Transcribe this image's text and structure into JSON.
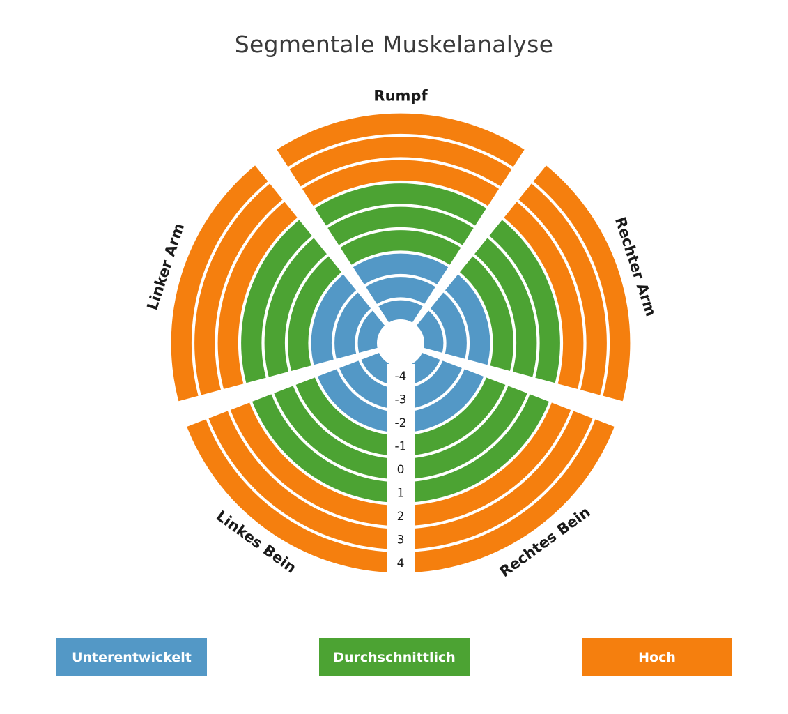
{
  "title": "Segmentale Muskelanalyse",
  "colors": {
    "underdeveloped": "#5398c6",
    "average": "#4ca333",
    "high": "#f57f0e"
  },
  "legend": [
    {
      "label": "Unterentwickelt",
      "color": "#5398c6"
    },
    {
      "label": "Durchschnittlich",
      "color": "#4ca333"
    },
    {
      "label": "Hoch",
      "color": "#f57f0e"
    }
  ],
  "chart_data": {
    "type": "radial-scale",
    "title": "Segmentale Muskelanalyse",
    "segments": [
      "Rumpf",
      "Rechter Arm",
      "Rechtes Bein",
      "Linkes Bein",
      "Linker Arm"
    ],
    "scale_labels": [
      "-4",
      "-3",
      "-2",
      "-1",
      "0",
      "1",
      "2",
      "3",
      "4"
    ],
    "levels": [
      {
        "value": -4,
        "category": "Unterentwickelt"
      },
      {
        "value": -3,
        "category": "Unterentwickelt"
      },
      {
        "value": -2,
        "category": "Unterentwickelt"
      },
      {
        "value": -1,
        "category": "Durchschnittlich"
      },
      {
        "value": 0,
        "category": "Durchschnittlich"
      },
      {
        "value": 1,
        "category": "Durchschnittlich"
      },
      {
        "value": 2,
        "category": "Hoch"
      },
      {
        "value": 3,
        "category": "Hoch"
      },
      {
        "value": 4,
        "category": "Hoch"
      }
    ],
    "legend_position": "bottom"
  }
}
